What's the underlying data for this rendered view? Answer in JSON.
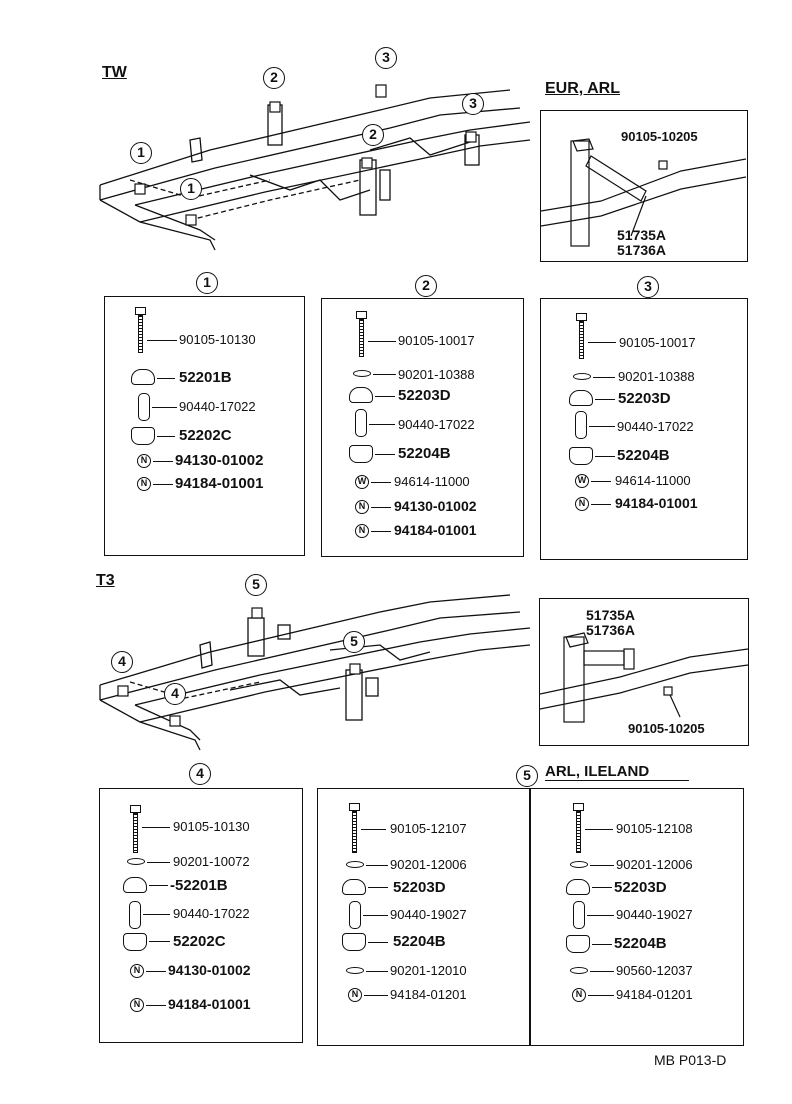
{
  "sections": {
    "tw": "TW",
    "t3": "T3",
    "eur_arl": "EUR, ARL",
    "arl_ileland": "ARL, ILELAND"
  },
  "circle_numbers": [
    "1",
    "2",
    "3",
    "4",
    "5"
  ],
  "inset_top": {
    "bolt": "90105-10205",
    "bracket_a": "51735A",
    "bracket_b": "51736A"
  },
  "inset_bottom": {
    "bracket_a": "51735A",
    "bracket_b": "51736A",
    "bolt": "90105-10205"
  },
  "box1": {
    "title": "1",
    "parts": [
      "90105-10130",
      "52201B",
      "90440-17022",
      "52202C",
      "94130-01002",
      "94184-01001"
    ],
    "marks": [
      "N",
      "N"
    ]
  },
  "box2": {
    "title": "2",
    "parts": [
      "90105-10017",
      "90201-10388",
      "52203D",
      "90440-17022",
      "52204B",
      "94614-11000",
      "94130-01002",
      "94184-01001"
    ],
    "marks": [
      "W",
      "N",
      "N"
    ]
  },
  "box3": {
    "title": "3",
    "parts": [
      "90105-10017",
      "90201-10388",
      "52203D",
      "90440-17022",
      "52204B",
      "94614-11000",
      "94184-01001"
    ],
    "marks": [
      "W",
      "N"
    ]
  },
  "box4": {
    "title": "4",
    "parts": [
      "90105-10130",
      "90201-10072",
      "-52201B",
      "90440-17022",
      "52202C",
      "94130-01002",
      "94184-01001"
    ],
    "marks": [
      "N",
      "N"
    ]
  },
  "box5a": {
    "title": "5",
    "parts": [
      "90105-12107",
      "90201-12006",
      "52203D",
      "90440-19027",
      "52204B",
      "90201-12010",
      "94184-01201"
    ],
    "marks": [
      "N"
    ]
  },
  "box5b": {
    "parts": [
      "90105-12108",
      "90201-12006",
      "52203D",
      "90440-19027",
      "52204B",
      "90560-12037",
      "94184-01201"
    ],
    "marks": [
      "N"
    ]
  },
  "footer": "MB P013-D"
}
